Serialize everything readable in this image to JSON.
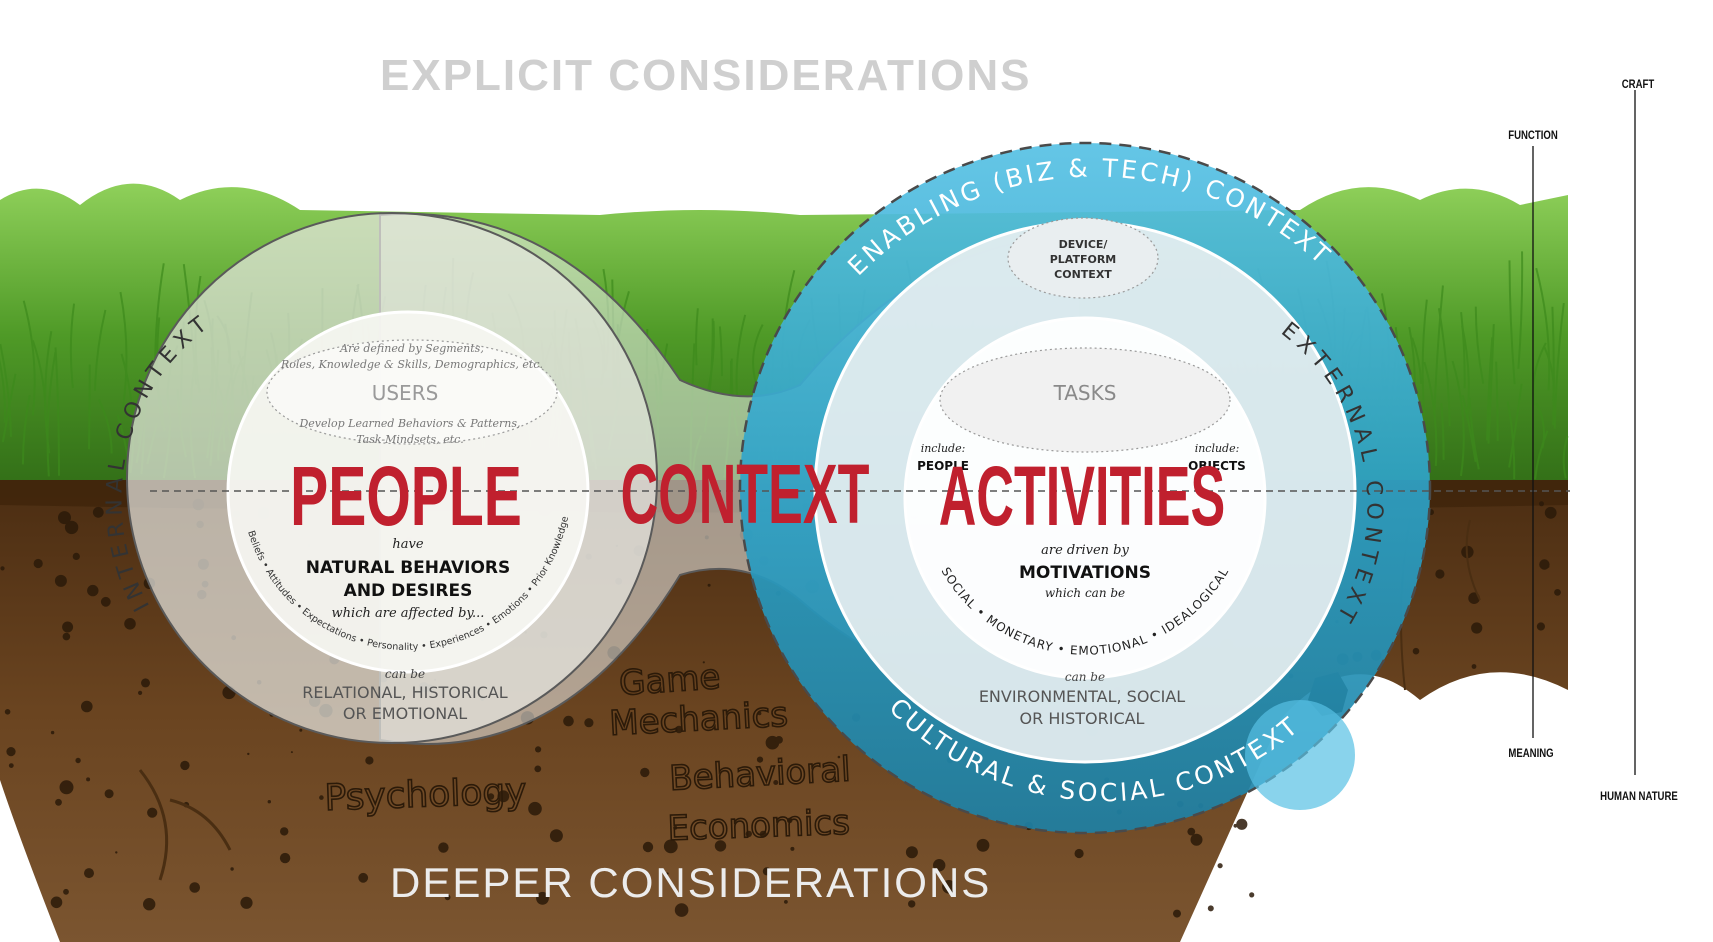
{
  "headings": {
    "explicit": "EXPLICIT CONSIDERATIONS",
    "deeper": "DEEPER CONSIDERATIONS"
  },
  "center_word": "CONTEXT",
  "people": {
    "title": "PEOPLE",
    "ring_label": "INTERNAL CONTEXT",
    "users_label": "USERS",
    "users_defined": [
      "Are defined by Segments,",
      "Roles, Knowledge & Skills, Demographics, etc."
    ],
    "users_develop": [
      "Develop Learned Behaviors & Patterns,",
      "Task-Mindsets, etc."
    ],
    "have": "have",
    "behaviors": [
      "NATURAL BEHAVIORS",
      "AND DESIRES"
    ],
    "affected": "which are affected by...",
    "factors": "Beliefs • Attitudes • Expectations • Personality • Experiences • Emotions • Prior Knowledge",
    "can_be": "can be",
    "kinds": [
      "RELATIONAL, HISTORICAL",
      "OR EMOTIONAL"
    ]
  },
  "activities": {
    "title": "ACTIVITIES",
    "outer_top": "ENABLING (BIZ & TECH) CONTEXT",
    "outer_bottom": "CULTURAL & SOCIAL CONTEXT",
    "ring_label": "EXTERNAL CONTEXT",
    "device": [
      "DEVICE/",
      "PLATFORM",
      "CONTEXT"
    ],
    "tasks_label": "TASKS",
    "include_label": "include:",
    "include_left": "PEOPLE",
    "include_right": "OBJECTS",
    "driven": "are driven by",
    "motivations": "MOTIVATIONS",
    "which_can_be": "which can be",
    "motivation_types": "SOCIAL • MONETARY • EMOTIONAL • IDEALOGICAL",
    "can_be": "can be",
    "kinds": [
      "ENVIRONMENTAL, SOCIAL",
      "OR HISTORICAL"
    ]
  },
  "soil_words": [
    "Game",
    "Mechanics",
    "Psychology",
    "Behavioral",
    "Economics"
  ],
  "scale": {
    "craft": "CRAFT",
    "function": "FUNCTION",
    "meaning": "MEANING",
    "human_nature": "HUMAN NATURE"
  },
  "colors": {
    "red": "#c0202e",
    "teal": "#2a9fc4",
    "grass": "#4f9a27",
    "soil": "#5a3617",
    "heading_gray": "#cfcfcf"
  }
}
